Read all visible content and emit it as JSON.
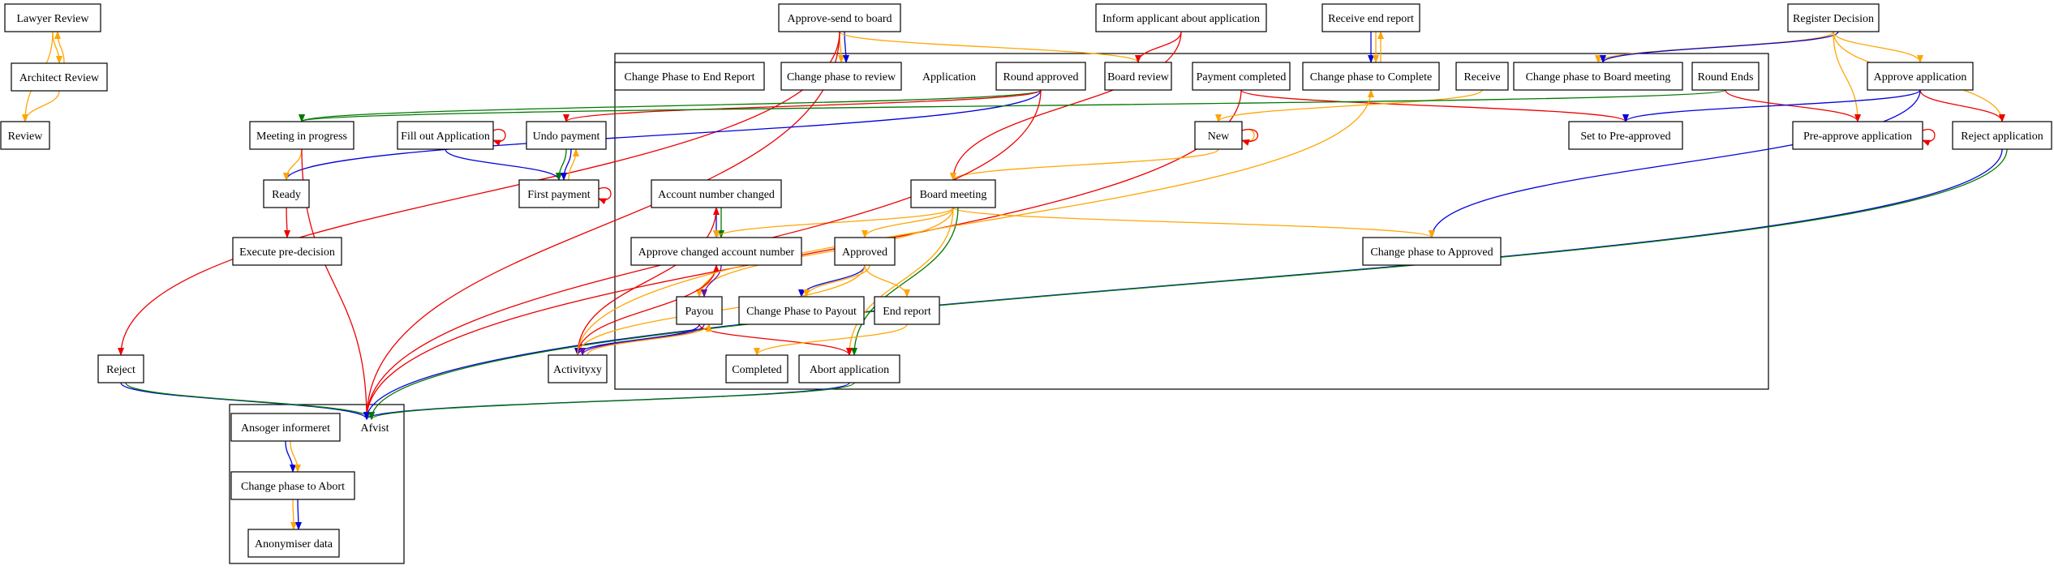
{
  "colors": {
    "blue": "#0000dd",
    "orange": "#ffa500",
    "red": "#ee0000",
    "green": "#007700",
    "purple": "#6a0dad",
    "black": "#000000"
  },
  "clusters": [
    {
      "id": "application",
      "label": "Application"
    },
    {
      "id": "afvist",
      "label": "Afvist"
    }
  ],
  "nodes": [
    {
      "id": "lawyer_review",
      "label": "Lawyer Review"
    },
    {
      "id": "architect_review",
      "label": "Architect Review"
    },
    {
      "id": "review",
      "label": "Review"
    },
    {
      "id": "approve_send_board",
      "label": "Approve-send to board"
    },
    {
      "id": "inform_applicant",
      "label": "Inform applicant about application"
    },
    {
      "id": "receive_end_report",
      "label": "Receive end report"
    },
    {
      "id": "register_decision",
      "label": "Register Decision"
    },
    {
      "id": "change_end_report",
      "label": "Change Phase to End Report"
    },
    {
      "id": "change_review",
      "label": "Change phase to review"
    },
    {
      "id": "round_approved",
      "label": "Round approved"
    },
    {
      "id": "board_review",
      "label": "Board review"
    },
    {
      "id": "payment_completed",
      "label": "Payment completed"
    },
    {
      "id": "change_complete",
      "label": "Change phase to Complete"
    },
    {
      "id": "receive",
      "label": "Receive"
    },
    {
      "id": "change_board_meeting",
      "label": "Change phase to Board meeting"
    },
    {
      "id": "round_ends",
      "label": "Round Ends"
    },
    {
      "id": "approve_application",
      "label": "Approve application"
    },
    {
      "id": "meeting_in_progress",
      "label": "Meeting in progress"
    },
    {
      "id": "fill_out_application",
      "label": "Fill out Application"
    },
    {
      "id": "undo_payment",
      "label": "Undo payment"
    },
    {
      "id": "new",
      "label": "New"
    },
    {
      "id": "set_pre_approved",
      "label": "Set to Pre-approved"
    },
    {
      "id": "pre_approve_application",
      "label": "Pre-approve application"
    },
    {
      "id": "reject_application",
      "label": "Reject application"
    },
    {
      "id": "ready",
      "label": "Ready"
    },
    {
      "id": "first_payment",
      "label": "First payment"
    },
    {
      "id": "account_number_changed",
      "label": "Account number changed"
    },
    {
      "id": "board_meeting",
      "label": "Board meeting"
    },
    {
      "id": "execute_pre_decision",
      "label": "Execute pre-decision"
    },
    {
      "id": "approve_changed_account",
      "label": "Approve changed account number"
    },
    {
      "id": "approved",
      "label": "Approved"
    },
    {
      "id": "change_approved",
      "label": "Change phase to Approved"
    },
    {
      "id": "payou",
      "label": "Payou"
    },
    {
      "id": "change_payout",
      "label": "Change Phase to Payout"
    },
    {
      "id": "end_report",
      "label": "End report"
    },
    {
      "id": "reject",
      "label": "Reject"
    },
    {
      "id": "activityxy",
      "label": "Activityxy"
    },
    {
      "id": "completed",
      "label": "Completed"
    },
    {
      "id": "abort_application",
      "label": "Abort application"
    },
    {
      "id": "ansoger_informeret",
      "label": "Ansoger informeret"
    },
    {
      "id": "change_abort",
      "label": "Change phase to Abort"
    },
    {
      "id": "anonymiser_data",
      "label": "Anonymiser data"
    }
  ],
  "edges": [
    {
      "from": "lawyer_review",
      "to": "review",
      "color": "orange"
    },
    {
      "from": "lawyer_review",
      "to": "architect_review",
      "color": "orange"
    },
    {
      "from": "architect_review",
      "to": "lawyer_review",
      "color": "orange"
    },
    {
      "from": "architect_review",
      "to": "review",
      "color": "orange"
    },
    {
      "from": "approve_send_board",
      "to": "change_review",
      "color": "orange"
    },
    {
      "from": "approve_send_board",
      "to": "change_review",
      "color": "blue"
    },
    {
      "from": "approve_send_board",
      "to": "board_review",
      "color": "orange"
    },
    {
      "from": "approve_send_board",
      "to": "reject",
      "color": "red"
    },
    {
      "from": "approve_send_board",
      "to": "afvist",
      "color": "red"
    },
    {
      "from": "inform_applicant",
      "to": "board_review",
      "color": "red"
    },
    {
      "from": "inform_applicant",
      "to": "board_meeting",
      "color": "red"
    },
    {
      "from": "receive_end_report",
      "to": "change_complete",
      "color": "blue"
    },
    {
      "from": "receive_end_report",
      "to": "change_complete",
      "color": "orange"
    },
    {
      "from": "change_complete",
      "to": "receive_end_report",
      "color": "orange"
    },
    {
      "from": "register_decision",
      "to": "change_board_meeting",
      "color": "orange"
    },
    {
      "from": "register_decision",
      "to": "change_board_meeting",
      "color": "blue"
    },
    {
      "from": "register_decision",
      "to": "approve_application",
      "color": "orange"
    },
    {
      "from": "register_decision",
      "to": "pre_approve_application",
      "color": "orange"
    },
    {
      "from": "register_decision",
      "to": "reject_application",
      "color": "orange"
    },
    {
      "from": "round_approved",
      "to": "meeting_in_progress",
      "color": "green"
    },
    {
      "from": "round_approved",
      "to": "undo_payment",
      "color": "red"
    },
    {
      "from": "round_approved",
      "to": "ready",
      "color": "blue"
    },
    {
      "from": "payment_completed",
      "to": "afvist",
      "color": "red"
    },
    {
      "from": "payment_completed",
      "to": "set_pre_approved",
      "color": "red"
    },
    {
      "from": "receive",
      "to": "new",
      "color": "orange"
    },
    {
      "from": "round_ends",
      "to": "pre_approve_application",
      "color": "red"
    },
    {
      "from": "round_ends",
      "to": "meeting_in_progress",
      "color": "green"
    },
    {
      "from": "approve_application",
      "to": "set_pre_approved",
      "color": "blue"
    },
    {
      "from": "approve_application",
      "to": "reject_application",
      "color": "red"
    },
    {
      "from": "approve_application",
      "to": "change_approved",
      "color": "blue"
    },
    {
      "from": "meeting_in_progress",
      "to": "ready",
      "color": "orange"
    },
    {
      "from": "ready",
      "to": "execute_pre_decision",
      "color": "red"
    },
    {
      "from": "fill_out_application",
      "to": "fill_out_application",
      "color": "red"
    },
    {
      "from": "fill_out_application",
      "to": "first_payment",
      "color": "blue"
    },
    {
      "from": "undo_payment",
      "to": "first_payment",
      "color": "green"
    },
    {
      "from": "undo_payment",
      "to": "first_payment",
      "color": "blue"
    },
    {
      "from": "first_payment",
      "to": "undo_payment",
      "color": "orange"
    },
    {
      "from": "first_payment",
      "to": "first_payment",
      "color": "red"
    },
    {
      "from": "new",
      "to": "new",
      "color": "orange"
    },
    {
      "from": "new",
      "to": "new",
      "color": "red"
    },
    {
      "from": "new",
      "to": "board_meeting",
      "color": "orange"
    },
    {
      "from": "pre_approve_application",
      "to": "pre_approve_application",
      "color": "red"
    },
    {
      "from": "reject_application",
      "to": "afvist",
      "color": "blue"
    },
    {
      "from": "reject_application",
      "to": "afvist",
      "color": "green"
    },
    {
      "from": "account_number_changed",
      "to": "approve_changed_account",
      "color": "blue"
    },
    {
      "from": "account_number_changed",
      "to": "approve_changed_account",
      "color": "green"
    },
    {
      "from": "board_meeting",
      "to": "approve_changed_account",
      "color": "orange"
    },
    {
      "from": "board_meeting",
      "to": "approved",
      "color": "orange"
    },
    {
      "from": "board_meeting",
      "to": "change_approved",
      "color": "orange"
    },
    {
      "from": "board_meeting",
      "to": "payou",
      "color": "orange"
    },
    {
      "from": "board_meeting",
      "to": "abort_application",
      "color": "orange"
    },
    {
      "from": "board_meeting",
      "to": "abort_application",
      "color": "green"
    },
    {
      "from": "approve_changed_account",
      "to": "payou",
      "color": "orange"
    },
    {
      "from": "approve_changed_account",
      "to": "payou",
      "color": "purple"
    },
    {
      "from": "approved",
      "to": "change_payout",
      "color": "blue"
    },
    {
      "from": "approved",
      "to": "change_payout",
      "color": "orange"
    },
    {
      "from": "approved",
      "to": "end_report",
      "color": "orange"
    },
    {
      "from": "approved",
      "to": "activityxy",
      "color": "orange"
    },
    {
      "from": "payou",
      "to": "activityxy",
      "color": "blue"
    },
    {
      "from": "payou",
      "to": "activityxy",
      "color": "purple"
    },
    {
      "from": "payou",
      "to": "abort_application",
      "color": "red"
    },
    {
      "from": "end_report",
      "to": "completed",
      "color": "orange"
    },
    {
      "from": "activityxy",
      "to": "account_number_changed",
      "color": "red"
    },
    {
      "from": "activityxy",
      "to": "approve_changed_account",
      "color": "red"
    },
    {
      "from": "activityxy",
      "to": "change_complete",
      "color": "orange"
    },
    {
      "from": "activityxy",
      "to": "payou",
      "color": "orange"
    },
    {
      "from": "meeting_in_progress",
      "to": "afvist",
      "color": "red"
    },
    {
      "from": "round_approved",
      "to": "afvist",
      "color": "red"
    },
    {
      "from": "reject",
      "to": "afvist",
      "color": "blue"
    },
    {
      "from": "reject",
      "to": "afvist",
      "color": "green"
    },
    {
      "from": "abort_application",
      "to": "afvist",
      "color": "blue"
    },
    {
      "from": "abort_application",
      "to": "afvist",
      "color": "green"
    },
    {
      "from": "ansoger_informeret",
      "to": "change_abort",
      "color": "blue"
    },
    {
      "from": "ansoger_informeret",
      "to": "change_abort",
      "color": "orange"
    },
    {
      "from": "change_abort",
      "to": "anonymiser_data",
      "color": "orange"
    },
    {
      "from": "change_abort",
      "to": "anonymiser_data",
      "color": "blue"
    }
  ]
}
